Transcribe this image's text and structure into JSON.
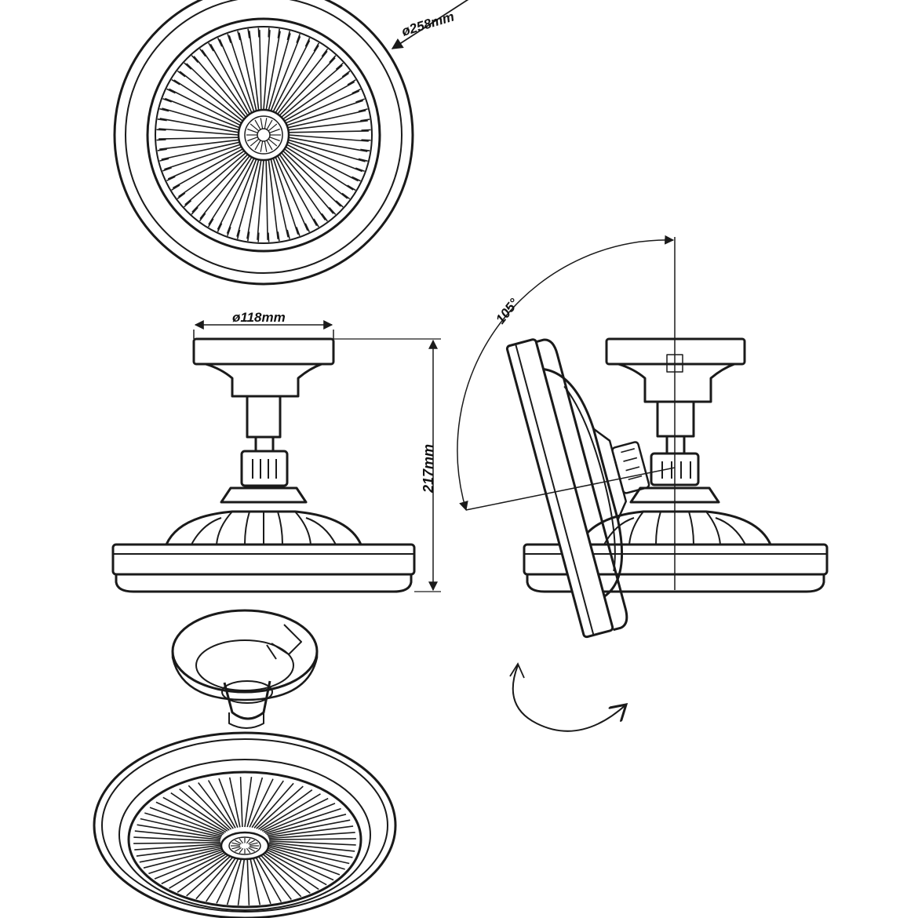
{
  "dimensions": {
    "diameter_outer": "ø258mm",
    "diameter_canopy": "ø118mm",
    "height": "217mm",
    "tilt_angle": "105°"
  },
  "colors": {
    "line": "#1a1a1a",
    "background": "#ffffff"
  },
  "icons": {
    "rotation_arrow": "rotate-arrow-icon"
  }
}
